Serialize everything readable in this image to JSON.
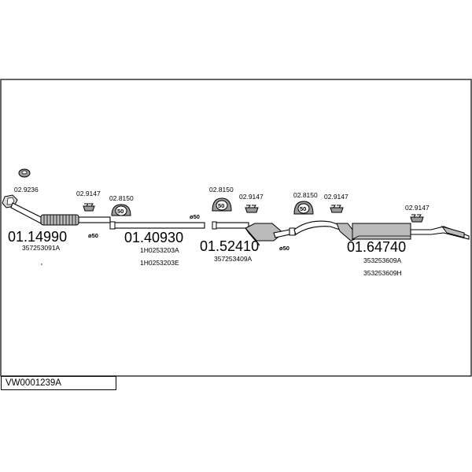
{
  "assembly_id": "VW0001239A",
  "parts": [
    {
      "code": "01.14990",
      "refs": [
        "357253091A"
      ]
    },
    {
      "code": "01.40930",
      "refs": [
        "1H0253203A",
        "1H0253203E"
      ]
    },
    {
      "code": "01.52410",
      "refs": [
        "357253409A"
      ]
    },
    {
      "code": "01.64740",
      "refs": [
        "353253609A",
        "353253609H"
      ]
    }
  ],
  "fittings": {
    "gasket": "02.9236",
    "hanger_1": "02.9147",
    "ring_1": "02.8150",
    "ring_2": "02.8150",
    "hanger_2": "02.9147",
    "ring_3": "02.8150",
    "hanger_3": "02.9147",
    "hanger_4": "02.9147"
  },
  "ring_size": "50",
  "diameters": [
    "ø50",
    "ø50",
    "ø50"
  ],
  "colors": {
    "line": "#000000",
    "background": "#ffffff",
    "part_fill": "#9a9a9a"
  }
}
